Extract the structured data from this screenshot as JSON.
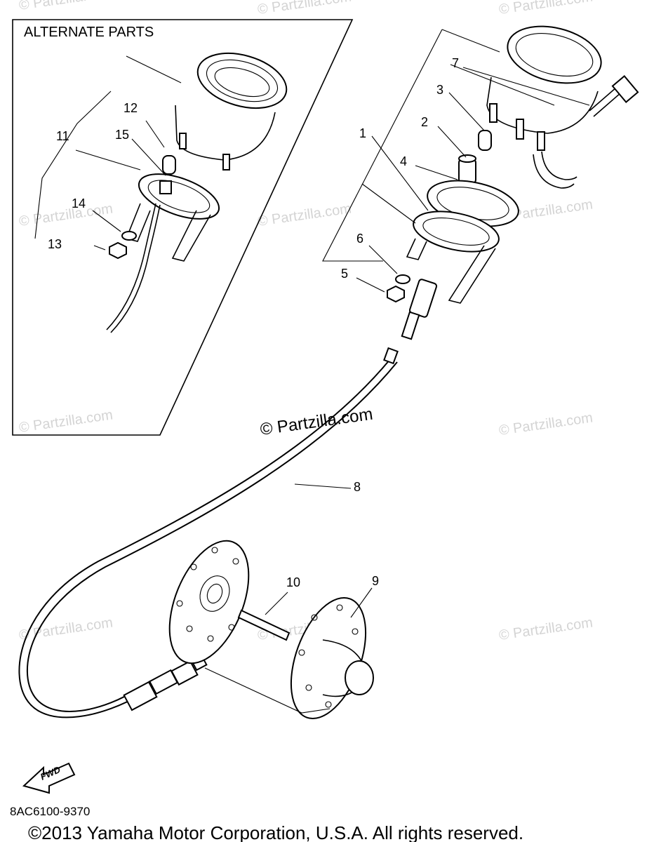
{
  "panel": {
    "title": "ALTERNATE PARTS"
  },
  "callouts": {
    "c1": "1",
    "c2": "2",
    "c3": "3",
    "c4": "4",
    "c5": "5",
    "c6": "6",
    "c7": "7",
    "c8": "8",
    "c9": "9",
    "c10": "10",
    "c11": "11",
    "c12": "12",
    "c13": "13",
    "c14": "14",
    "c15": "15"
  },
  "watermark": {
    "main": "© Partzilla.com",
    "faint": "© Partzilla.com"
  },
  "fwd_label": "FWD",
  "diagram_code": "8AC6100-9370",
  "copyright": "©2013  Yamaha Motor Corporation, U.S.A. All rights reserved."
}
